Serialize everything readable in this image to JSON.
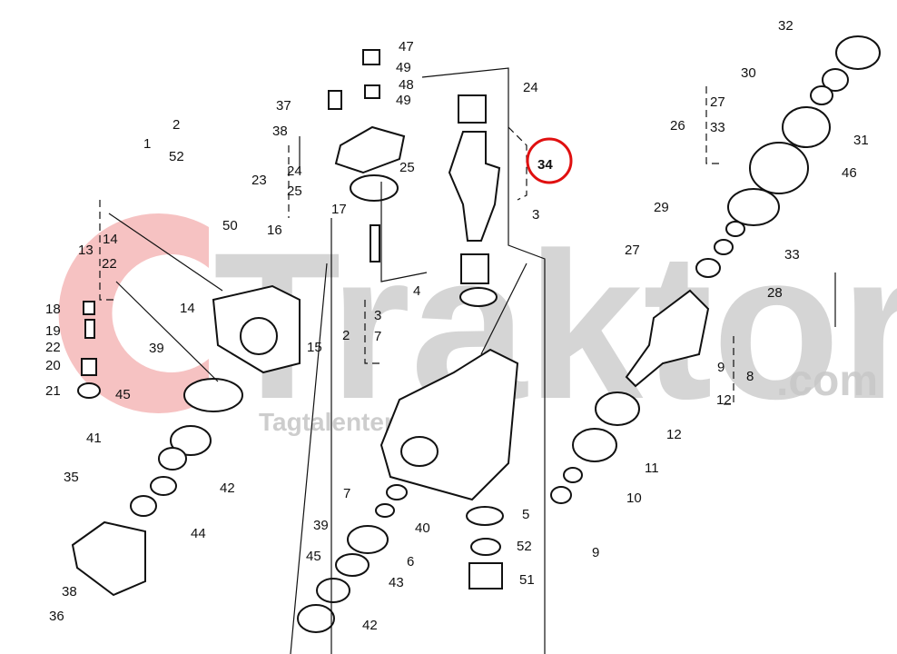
{
  "watermark": {
    "brand": "Traktor",
    "domain": ".com",
    "tagline": "Tagtalenter"
  },
  "highlight": {
    "label": "34",
    "color": "#e01010"
  },
  "labels": [
    "2",
    "1",
    "52",
    "13",
    "14",
    "22",
    "18",
    "19",
    "22",
    "20",
    "21",
    "14",
    "50",
    "16",
    "17",
    "15",
    "39",
    "45",
    "42",
    "41",
    "44",
    "35",
    "38",
    "36",
    "37",
    "38",
    "23",
    "24",
    "25",
    "25",
    "47",
    "49",
    "48",
    "49",
    "24",
    "3",
    "4",
    "2",
    "3",
    "7",
    "7",
    "39",
    "40",
    "6",
    "45",
    "43",
    "42",
    "5",
    "52",
    "51",
    "32",
    "30",
    "31",
    "27",
    "26",
    "33",
    "46",
    "29",
    "33",
    "27",
    "28",
    "9",
    "8",
    "12",
    "12",
    "11",
    "10",
    "9"
  ]
}
